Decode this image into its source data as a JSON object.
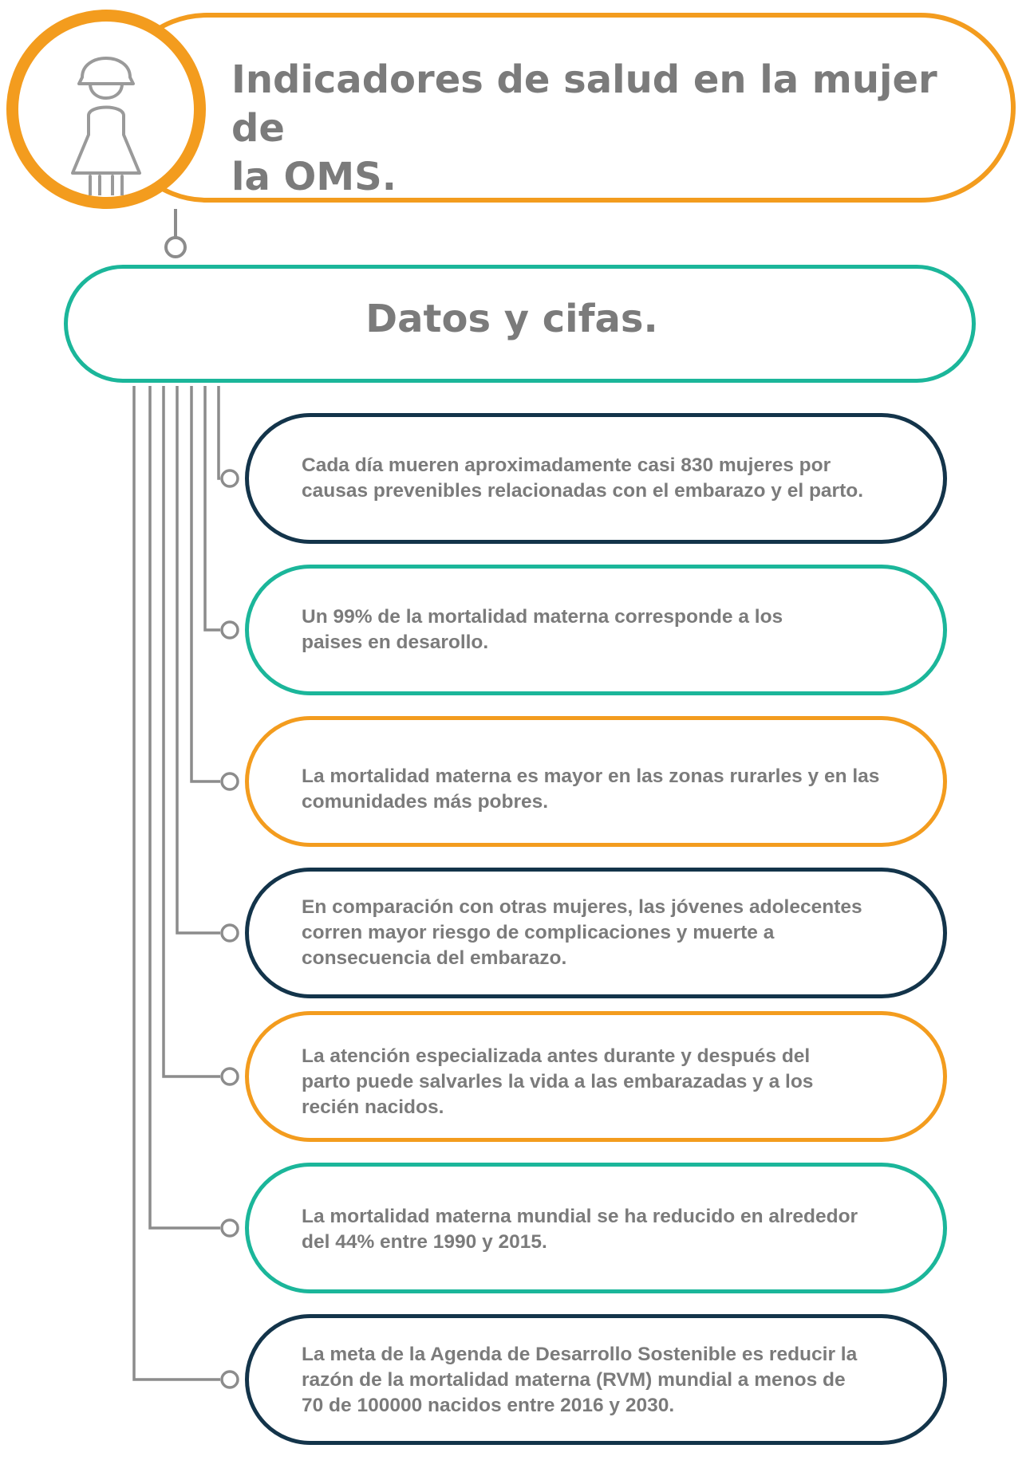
{
  "header": {
    "title_line1": "Indicadores de salud en la mujer de",
    "title_line2": "la OMS.",
    "icon": "woman-icon"
  },
  "section": {
    "title": "Datos y cifas."
  },
  "facts": [
    {
      "lines": [
        "Cada día mueren aproximadamente casi 830 mujeres por",
        "causas prevenibles relacionadas con el embarazo y el parto."
      ],
      "border_color": "#13344a"
    },
    {
      "lines": [
        "Un 99% de la mortalidad materna corresponde a los",
        "paises en desarollo."
      ],
      "border_color": "#1bb69a"
    },
    {
      "lines": [
        "La mortalidad  materna es mayor en las zonas rurarles y en las",
        "comunidades más pobres."
      ],
      "border_color": "#f39c1e"
    },
    {
      "lines": [
        "En comparación con otras mujeres, las jóvenes adolecentes",
        "corren mayor riesgo de complicaciones y muerte a",
        "consecuencia del embarazo."
      ],
      "border_color": "#13344a"
    },
    {
      "lines": [
        "La atención especializada antes durante y después del",
        "parto puede salvarles la vida a las embarazadas y a los",
        "recién nacidos."
      ],
      "border_color": "#f39c1e"
    },
    {
      "lines": [
        "La mortalidad materna mundial se ha reducido en alrededor",
        "del 44% entre 1990 y 2015."
      ],
      "border_color": "#1bb69a"
    },
    {
      "lines": [
        "La  meta de la Agenda de Desarrollo Sostenible es reducir la",
        "razón de la mortalidad materna (RVM) mundial a menos de",
        "70 de 100000 nacidos entre 2016 y 2030."
      ],
      "border_color": "#13344a"
    }
  ],
  "colors": {
    "orange": "#f39c1e",
    "teal": "#1bb69a",
    "navy": "#13344a",
    "text_gray": "#7b7b7b",
    "line_gray": "#8c8c8c"
  }
}
